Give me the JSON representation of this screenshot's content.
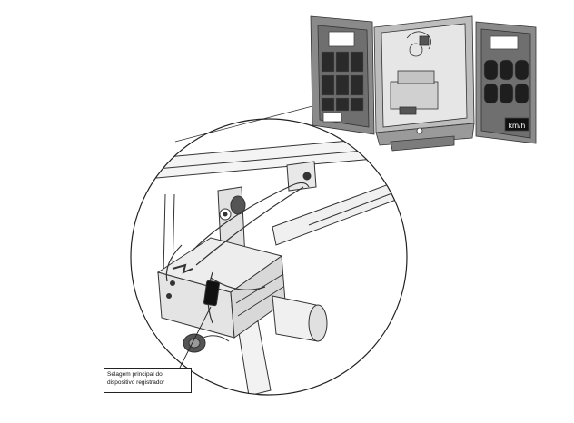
{
  "callout": {
    "line1": "Selagem principal do",
    "line2": "dispositivo registrador"
  },
  "cabinet": {
    "speed_unit": "km/h"
  }
}
